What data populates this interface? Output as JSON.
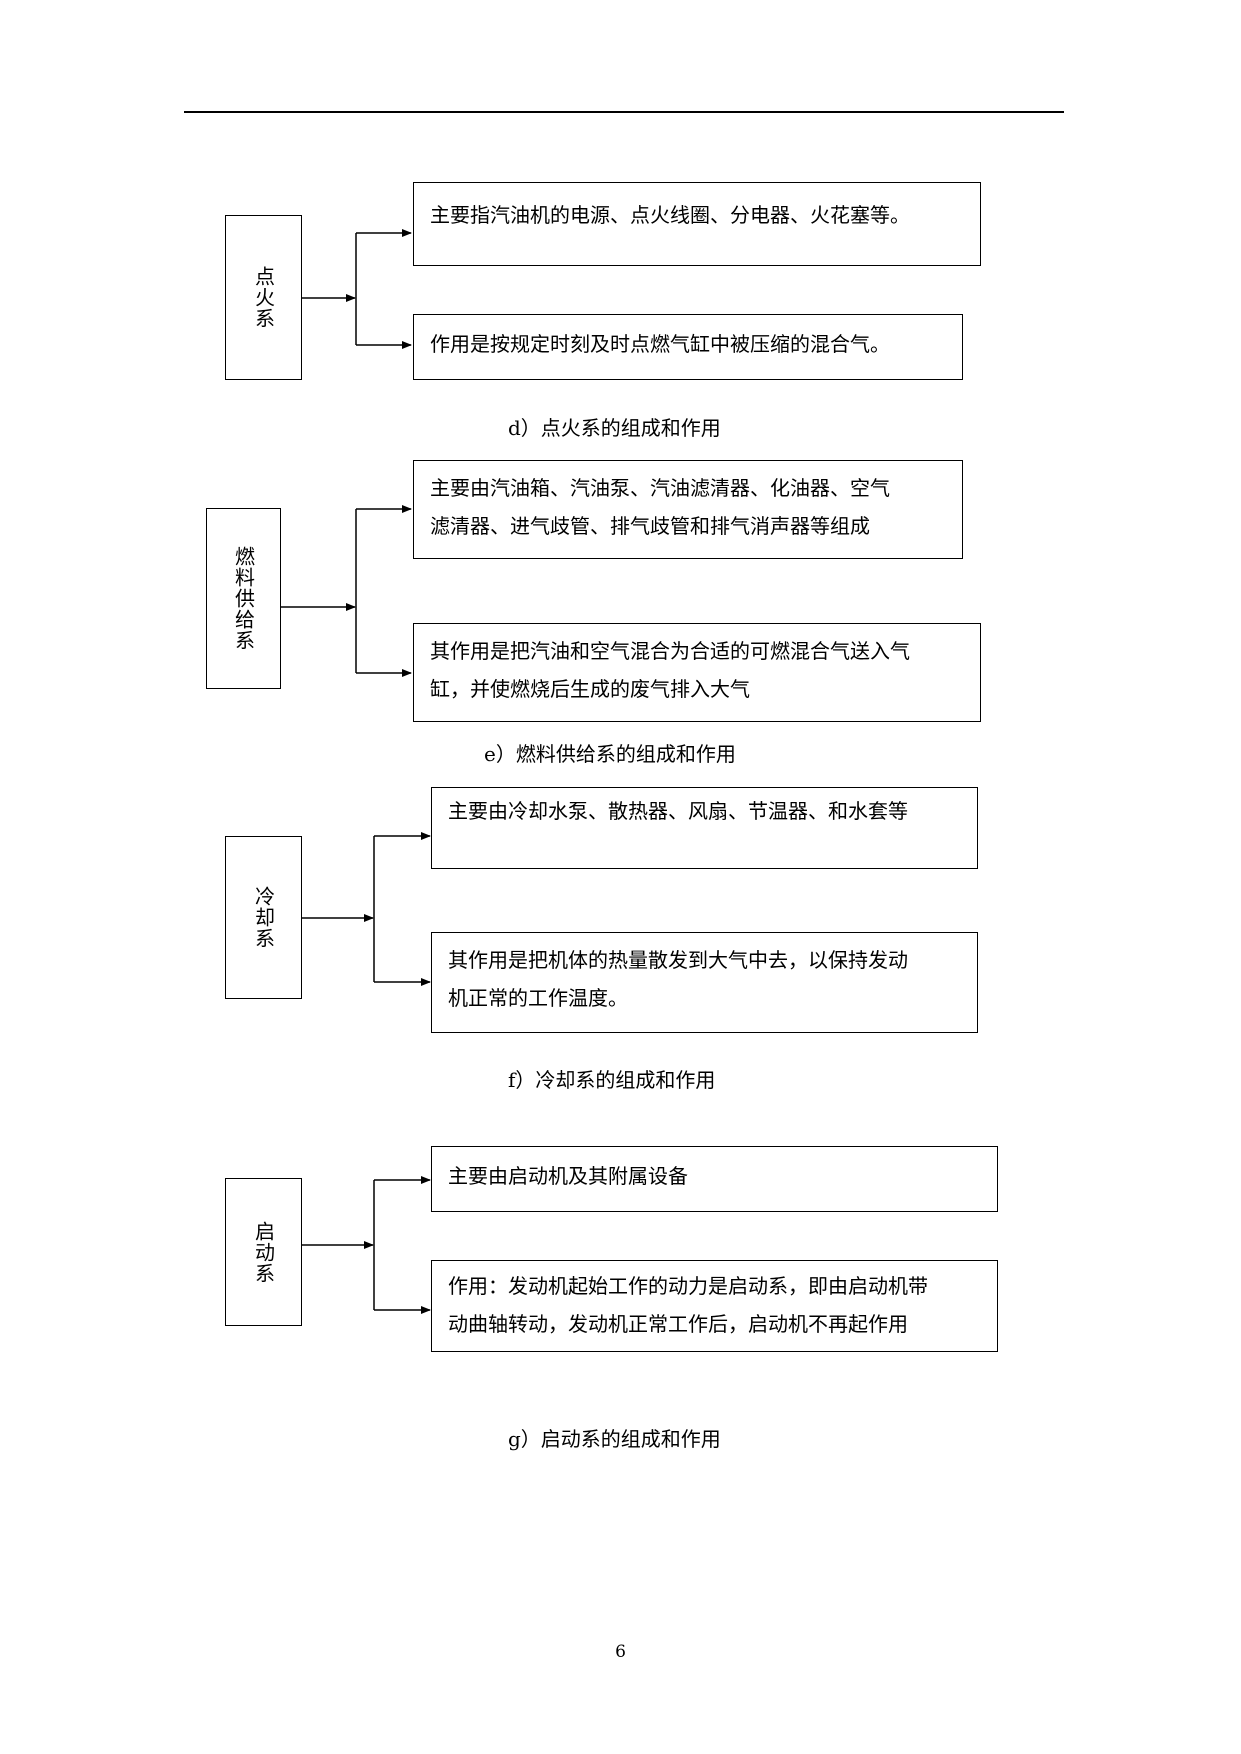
{
  "diagrams": [
    {
      "system_label": "点火系",
      "composition": "主要指汽油机的电源、点火线圈、分电器、火花塞等。",
      "function": "作用是按规定时刻及时点燃气缸中被压缩的混合气。",
      "caption": "d）点火系的组成和作用"
    },
    {
      "system_label": "燃料供给系",
      "composition_line1": "主要由汽油箱、汽油泵、汽油滤清器、化油器、空气",
      "composition_line2": "滤清器、进气歧管、排气歧管和排气消声器等组成",
      "function_line1": "其作用是把汽油和空气混合为合适的可燃混合气送入气",
      "function_line2": "缸，并使燃烧后生成的废气排入大气",
      "caption": "e）燃料供给系的组成和作用"
    },
    {
      "system_label": "冷却系",
      "composition": "主要由冷却水泵、散热器、风扇、节温器、和水套等",
      "function_line1": "其作用是把机体的热量散发到大气中去，以保持发动",
      "function_line2": "机正常的工作温度。",
      "caption": "f）冷却系的组成和作用"
    },
    {
      "system_label": "启动系",
      "composition": "主要由启动机及其附属设备",
      "function_line1": "作用：发动机起始工作的动力是启动系，即由启动机带",
      "function_line2": "动曲轴转动，发动机正常工作后，启动机不再起作用",
      "caption": "g）启动系的组成和作用"
    }
  ],
  "page_number": "6"
}
